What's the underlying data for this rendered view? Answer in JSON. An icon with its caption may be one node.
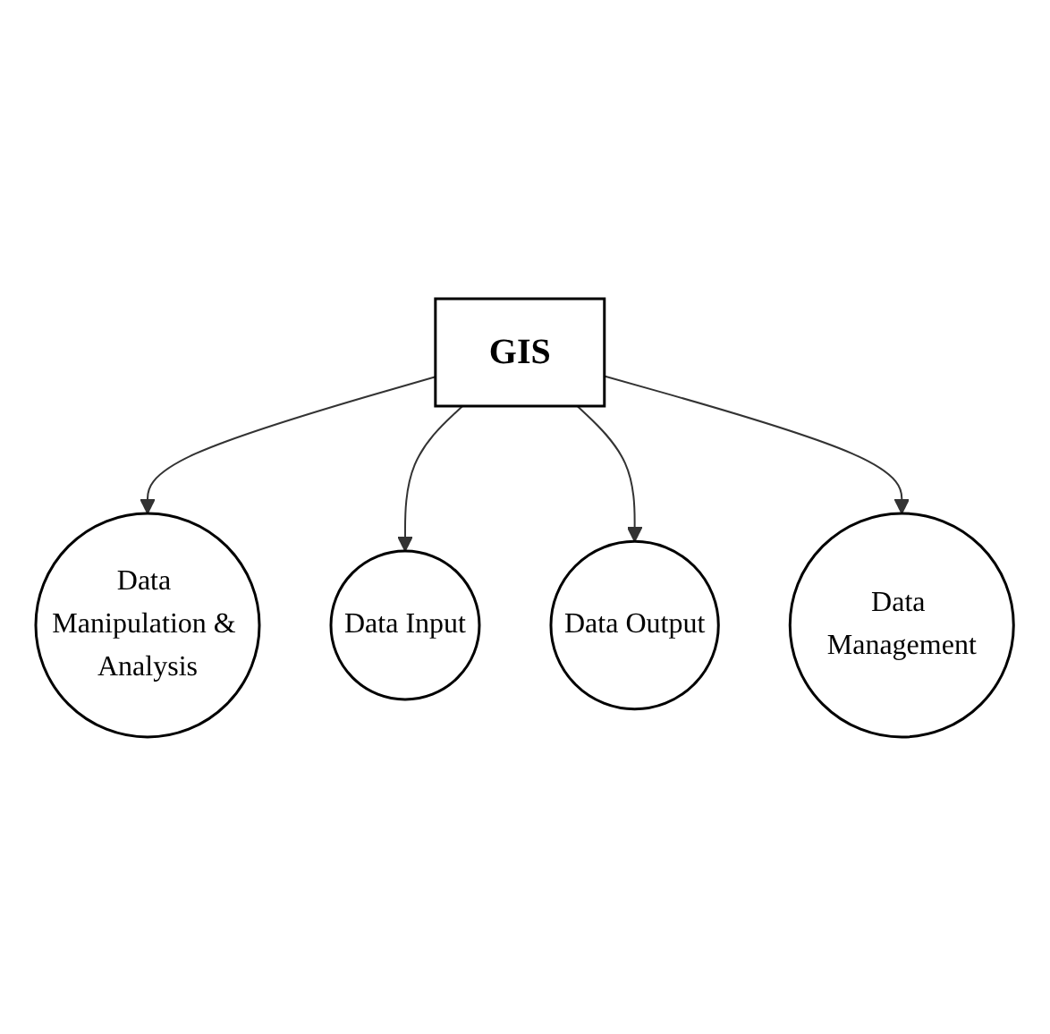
{
  "diagram": {
    "nodes": [
      {
        "text": [
          "Data Manipulation & Analysis"
        ]
      },
      {
        "text": [
          "Data Input"
        ]
      },
      {
        "text": [
          "GIS"
        ]
      },
      {
        "text": [
          "Data Output"
        ]
      },
      {
        "text": [
          "Data Management"
        ]
      }
    ],
    "edges": [
      {
        "from": 2,
        "to": 0,
        "arrow": "to"
      },
      {
        "from": 2,
        "to": 1,
        "arrow": "to"
      },
      {
        "from": 2,
        "to": 3,
        "arrow": "to"
      },
      {
        "from": 2,
        "to": 4,
        "arrow": "to"
      }
    ]
  }
}
